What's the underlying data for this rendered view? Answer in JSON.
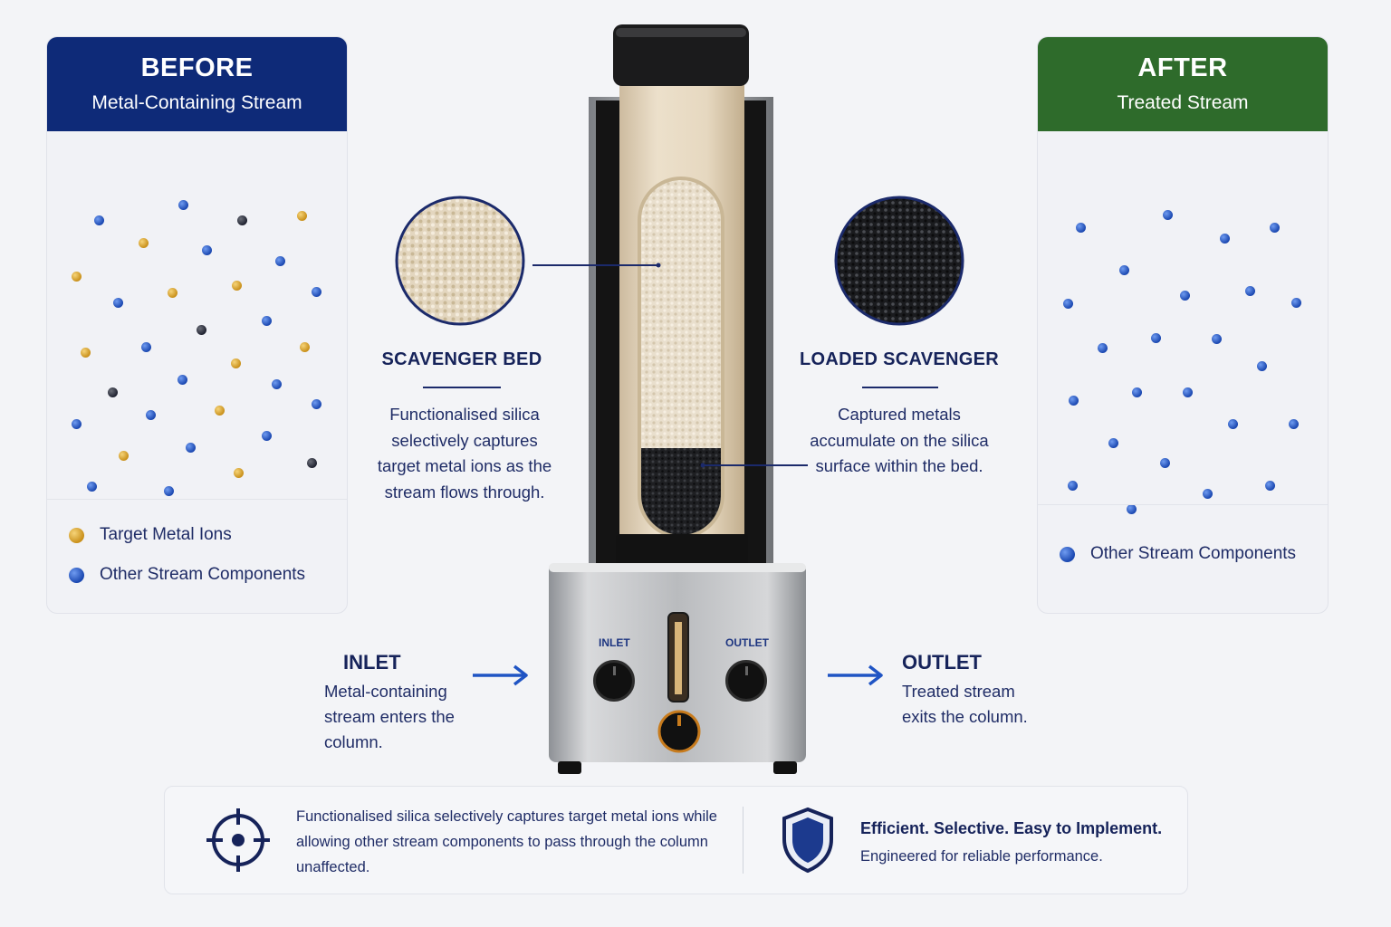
{
  "before": {
    "title": "BEFORE",
    "subtitle": "Metal-Containing Stream",
    "header_color": "#0e2a78",
    "legend": [
      {
        "label": "Target Metal Ions",
        "color": "#d9a21f"
      },
      {
        "label": "Other Stream Components",
        "color": "#1f54c4"
      }
    ]
  },
  "after": {
    "title": "AFTER",
    "subtitle": "Treated Stream",
    "header_color": "#2e6b2b",
    "legend": [
      {
        "label": "Other Stream Components",
        "color": "#1f54c4"
      }
    ]
  },
  "scavenger_bed": {
    "title": "SCAVENGER BED",
    "text": "Functionalised silica selectively captures target metal ions as the stream flows through."
  },
  "loaded_scavenger": {
    "title": "LOADED SCAVENGER",
    "text": "Captured metals accumulate on the silica surface within the bed."
  },
  "machine": {
    "inlet_label": "INLET",
    "outlet_label": "OUTLET"
  },
  "inlet": {
    "title": "INLET",
    "text": "Metal-containing stream enters the column."
  },
  "outlet": {
    "title": "OUTLET",
    "text": "Treated stream exits the column."
  },
  "bottom": {
    "description": "Functionalised silica selectively captures target metal ions while allowing other stream components to pass through the column unaffected.",
    "tagline": "Efficient. Selective. Easy to Implement.",
    "subline": "Engineered for reliable performance."
  },
  "icons": {
    "target": "target-crosshair-icon",
    "shield": "shield-icon",
    "arrow": "arrow-right-icon"
  }
}
